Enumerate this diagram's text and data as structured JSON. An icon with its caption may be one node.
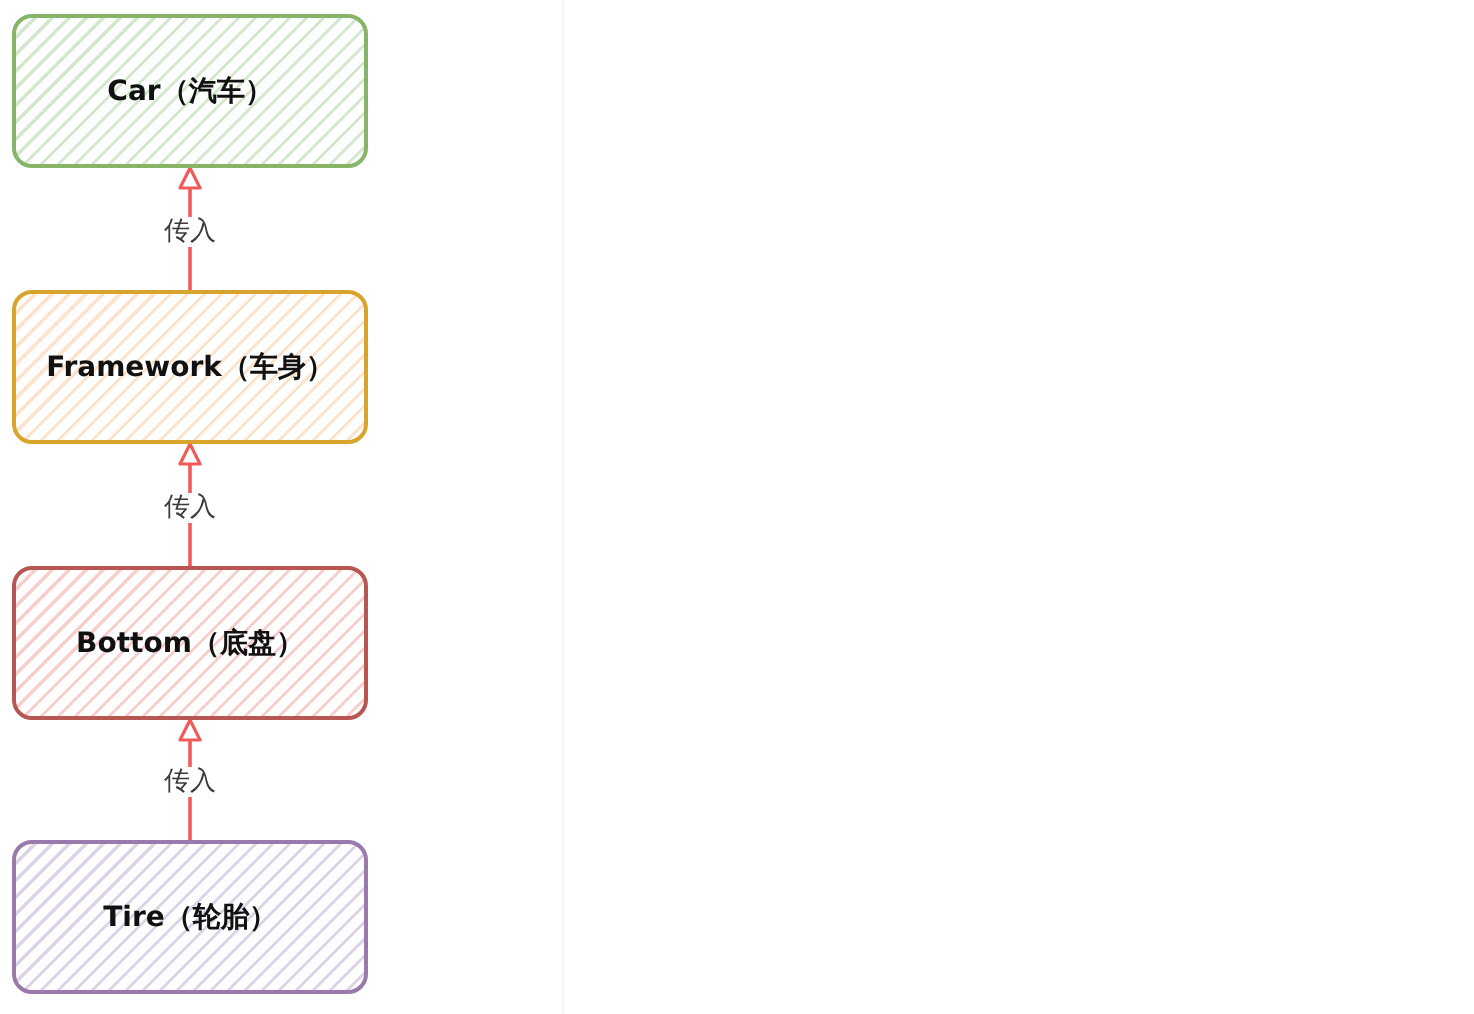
{
  "diagram": {
    "nodes": [
      {
        "text": [
          "Car（汽车）"
        ]
      },
      {
        "text": [
          "Framework（车身）"
        ]
      },
      {
        "text": [
          "Bottom（底盘）"
        ]
      },
      {
        "text": [
          "Tire（轮胎）"
        ]
      }
    ],
    "edges": [
      {
        "from": 1,
        "to": 0,
        "arrow": "to",
        "label": "传入"
      },
      {
        "from": 2,
        "to": 1,
        "arrow": "to",
        "label": "传入"
      },
      {
        "from": 3,
        "to": 2,
        "arrow": "to",
        "label": "传入"
      }
    ]
  }
}
